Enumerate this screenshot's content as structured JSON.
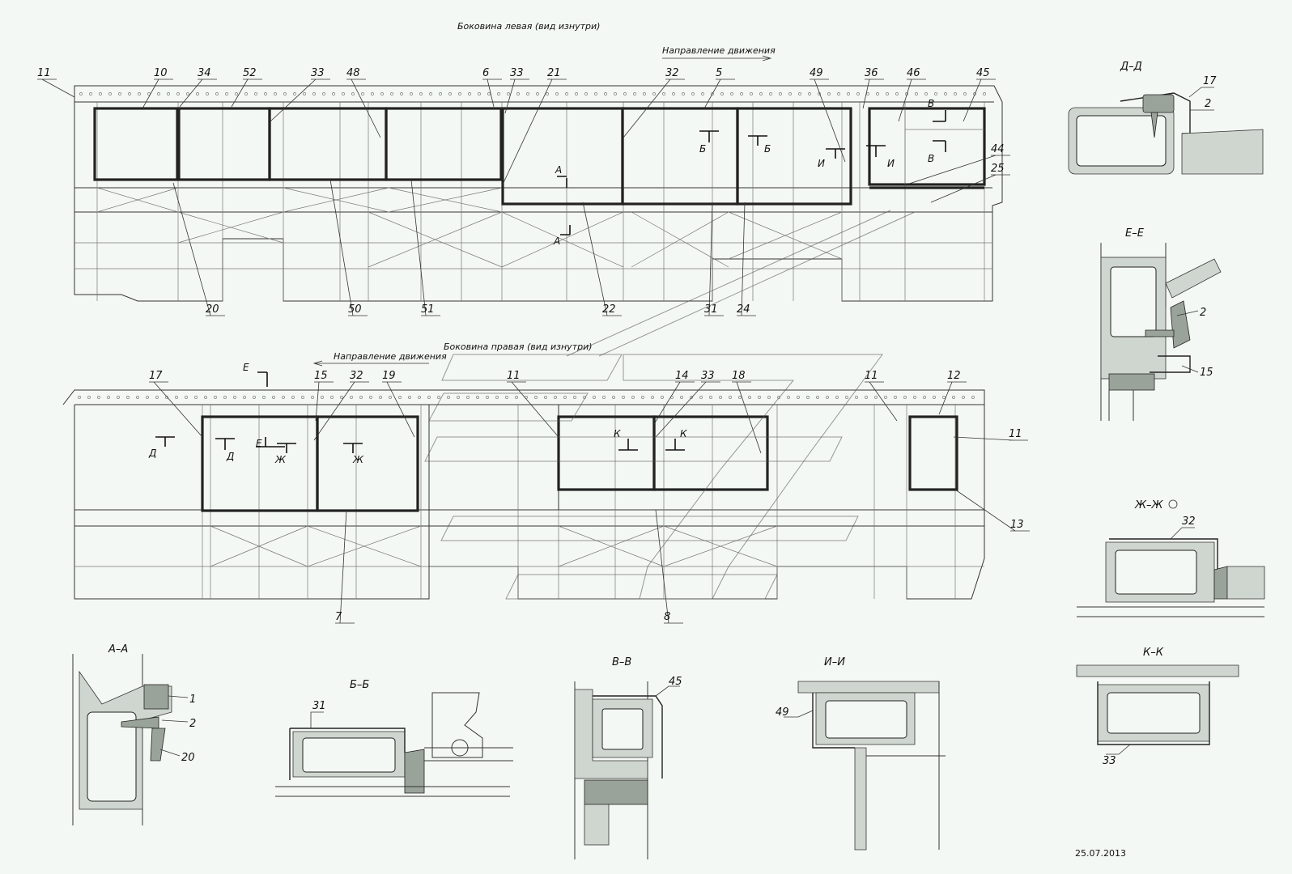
{
  "titles": {
    "left_side": "Боковина левая (вид изнутри)",
    "right_side": "Боковина правая (вид изнутри)",
    "direction_top": "Направление движения",
    "direction_bottom": "Направление движения"
  },
  "top_callouts": [
    "11",
    "10",
    "34",
    "52",
    "33",
    "48",
    "6",
    "33",
    "21",
    "32",
    "5",
    "49",
    "36",
    "46",
    "45",
    "44",
    "25"
  ],
  "top_bottom_callouts": [
    "20",
    "50",
    "51",
    "22",
    "31",
    "24"
  ],
  "top_cut_marks": [
    "А",
    "А",
    "Б",
    "Б",
    "И",
    "И",
    "В",
    "В"
  ],
  "bottom_callouts": [
    "17",
    "15",
    "32",
    "19",
    "11",
    "14",
    "33",
    "18",
    "11",
    "12",
    "11",
    "13",
    "7",
    "8"
  ],
  "bottom_cut_marks": [
    "Е",
    "Д",
    "Д",
    "Е",
    "Ж",
    "Ж",
    "К",
    "К"
  ],
  "sections": {
    "dd": {
      "title": "Д–Д",
      "labels": [
        "17",
        "2"
      ]
    },
    "ee": {
      "title": "Е–Е",
      "labels": [
        "2",
        "15"
      ]
    },
    "zhzh": {
      "title": "Ж–Ж",
      "labels": [
        "32"
      ]
    },
    "kk": {
      "title": "К–К",
      "labels": [
        "33"
      ]
    },
    "aa": {
      "title": "А–А",
      "labels": [
        "1",
        "2",
        "20"
      ]
    },
    "bb": {
      "title": "Б–Б",
      "labels": [
        "31"
      ]
    },
    "vv": {
      "title": "В–В",
      "labels": [
        "45"
      ]
    },
    "ii": {
      "title": "И–И",
      "labels": [
        "49"
      ]
    }
  },
  "date": "25.07.2013"
}
